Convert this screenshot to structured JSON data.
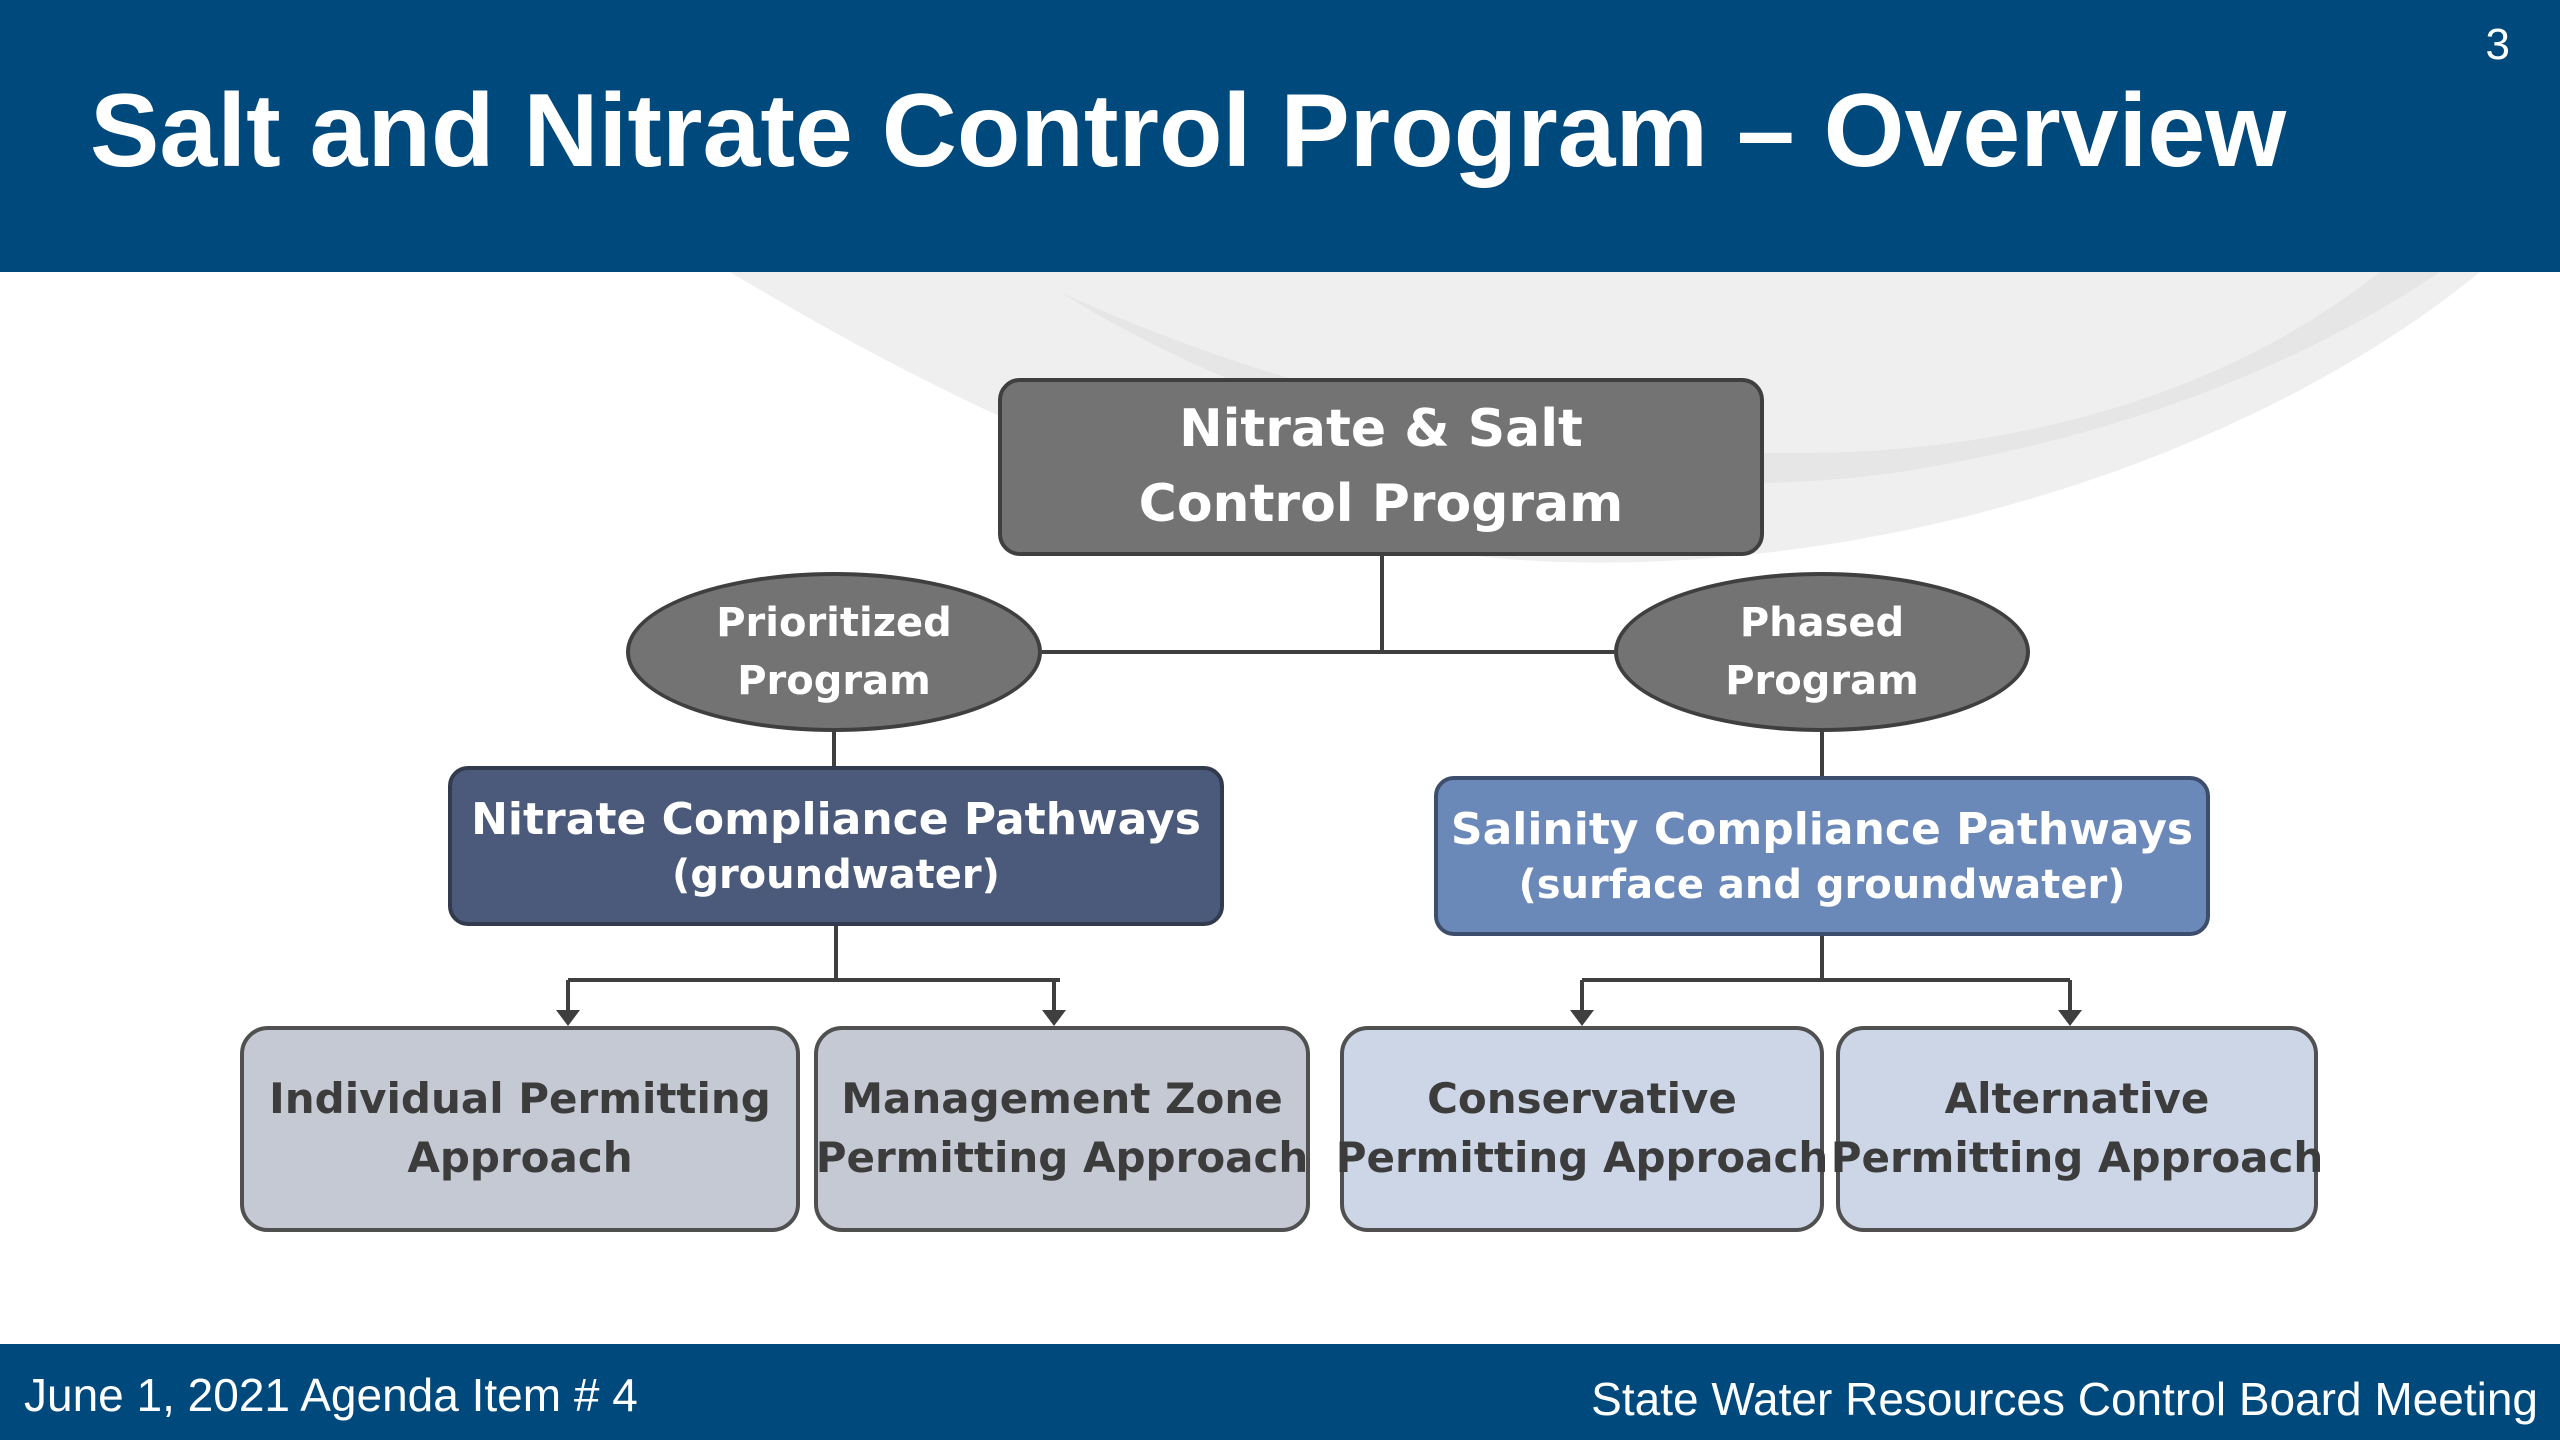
{
  "slide": {
    "title": "Salt and Nitrate Control Program – Overview",
    "page_number": "3"
  },
  "diagram": {
    "root": {
      "line1": "Nitrate & Salt",
      "line2": "Control Program"
    },
    "left_branch": {
      "program": {
        "line1": "Prioritized",
        "line2": "Program"
      },
      "pathway": {
        "line1": "Nitrate Compliance Pathways",
        "line2": "(groundwater)"
      },
      "approaches": [
        {
          "line1": "Individual Permitting",
          "line2": "Approach"
        },
        {
          "line1": "Management Zone",
          "line2": "Permitting Approach"
        }
      ]
    },
    "right_branch": {
      "program": {
        "line1": "Phased",
        "line2": "Program"
      },
      "pathway": {
        "line1": "Salinity Compliance Pathways",
        "line2": "(surface and groundwater)"
      },
      "approaches": [
        {
          "line1": "Conservative",
          "line2": "Permitting Approach"
        },
        {
          "line1": "Alternative",
          "line2": "Permitting Approach"
        }
      ]
    }
  },
  "footer": {
    "left": "June 1, 2021  Agenda Item # 4",
    "right": "State Water Resources Control Board Meeting"
  },
  "colors": {
    "header_blue": "#00497c",
    "node_gray": "#737373",
    "nitrate_pathway": "#4b5a7a",
    "salinity_pathway": "#6a88b8",
    "nitrate_approach": "#c5c9d3",
    "salinity_approach": "#ccd6e6"
  }
}
